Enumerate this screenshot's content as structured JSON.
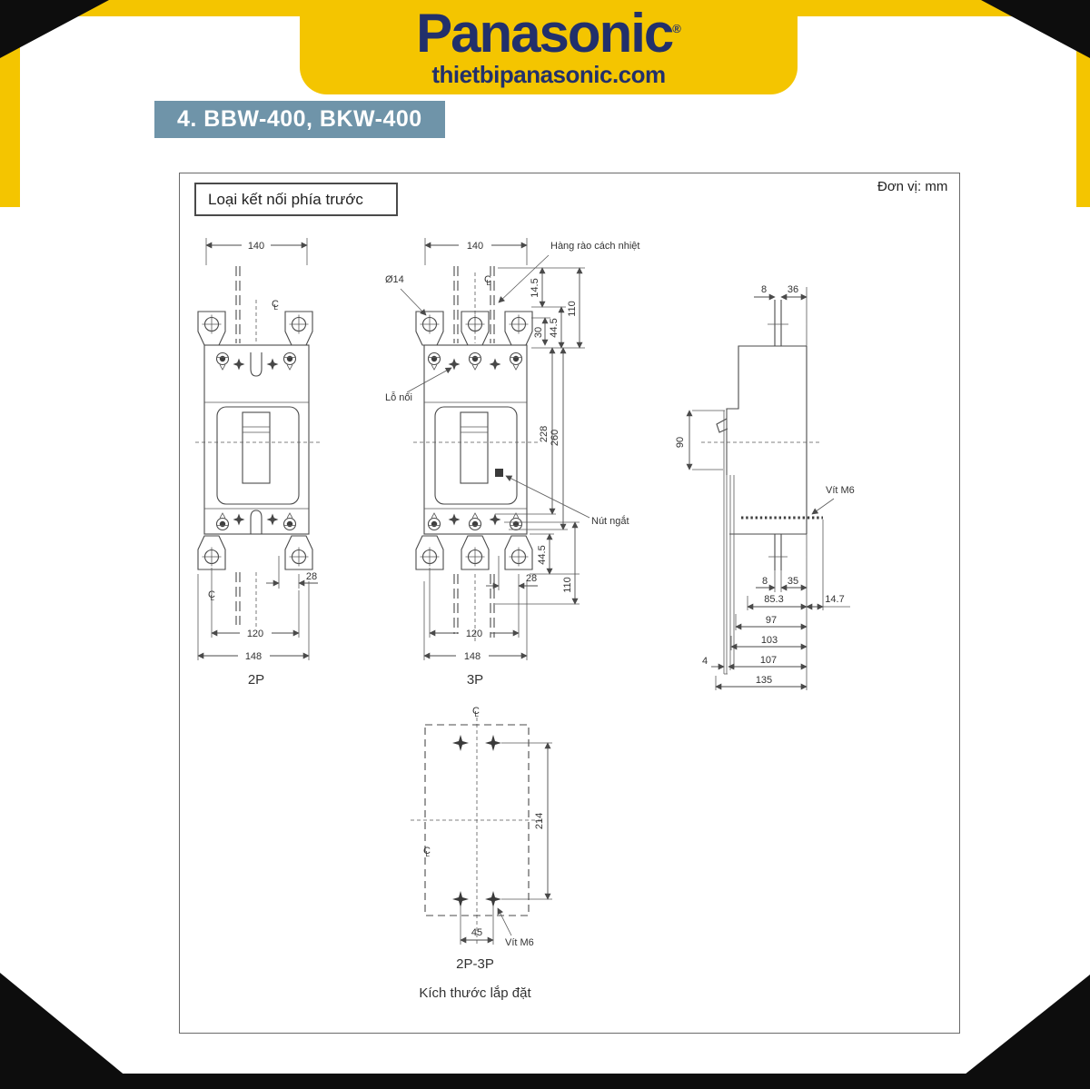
{
  "page": {
    "brand": "Panasonic",
    "brand_mark": "®",
    "website": "thietbipanasonic.com",
    "badge": "4. BBW-400, BKW-400"
  },
  "drawing": {
    "type_label": "Loại kết nối phía trước",
    "unit": "Đơn vị: mm",
    "caption": "Kích thước lắp đặt",
    "sym": {
      "c": "C",
      "l": "L"
    },
    "ann": {
      "barrier": "Hàng rào cách nhiệt",
      "hole_dia": "Ø14",
      "conn_hole": "Lỗ nối",
      "trip": "Nút ngắt",
      "screw_side": "Vít M6",
      "screw_mount": "Vít M6"
    },
    "p2": {
      "label": "2P",
      "w140": "140",
      "d28": "28",
      "d120": "120",
      "d148": "148"
    },
    "p3": {
      "label": "3P",
      "w140": "140",
      "d145": "14.5",
      "d110t": "110",
      "d30": "30",
      "d445t": "44.5",
      "d228": "228",
      "d260": "260",
      "d445b": "44.5",
      "d110b": "110",
      "d28": "28",
      "d120": "120",
      "d148": "148"
    },
    "side": {
      "d8t": "8",
      "d36": "36",
      "d90": "90",
      "d8b": "8",
      "d35": "35",
      "d853": "85.3",
      "d147": "14.7",
      "d97": "97",
      "d103": "103",
      "d107": "107",
      "d4": "4",
      "d135": "135"
    },
    "mount": {
      "label": "2P-3P",
      "d214": "214",
      "d45": "45"
    }
  }
}
